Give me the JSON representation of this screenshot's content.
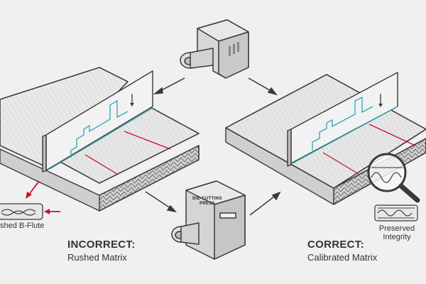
{
  "left": {
    "heading": "INCORRECT:",
    "subheading": "Rushed Matrix",
    "inset_caption": "shed B-Flute"
  },
  "right": {
    "heading": "CORRECT:",
    "subheading": "Calibrated Matrix",
    "inset_caption_line1": "Preserved",
    "inset_caption_line2": "Integrity"
  },
  "press": {
    "label_line1": "DIE-CUTTING",
    "label_line2": "PRESS"
  },
  "colors": {
    "background": "#f0f0f0",
    "outline": "#3a3a3a",
    "board_top": "#e3e3e3",
    "board_side": "#cfcfcf",
    "machine_fill": "#dcdcdc",
    "accent_red": "#c8102e",
    "accent_cyan": "#2aa6b8"
  },
  "icons": {
    "top_machine": "die-tool-icon",
    "press": "die-cutting-press-icon",
    "magnifier": "magnifier-icon"
  }
}
